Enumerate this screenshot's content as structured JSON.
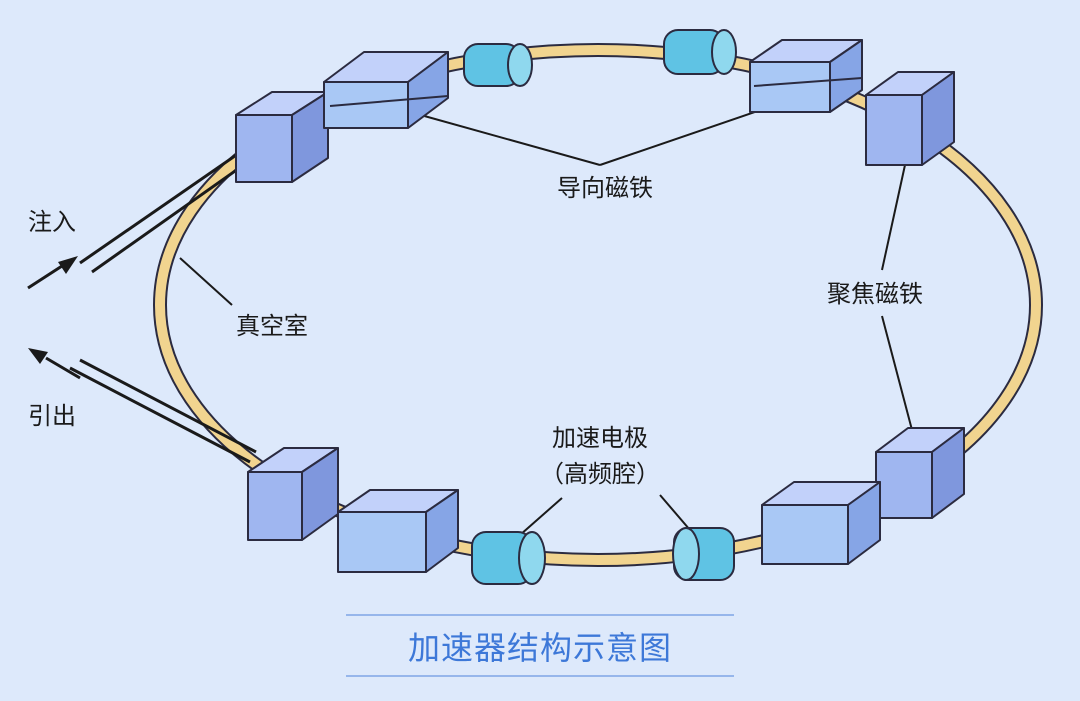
{
  "labels": {
    "guide_magnet": "导向磁铁",
    "focus_magnet": "聚焦磁铁",
    "vacuum_chamber": "真空室",
    "injection": "注入",
    "extraction": "引出",
    "electrode_line1": "加速电极",
    "electrode_line2": "（高频腔）"
  },
  "caption": "加速器结构示意图",
  "colors": {
    "background": "#dde9fb",
    "tube": "#f1d48f",
    "cube_front": "#9fb6f0",
    "cube_top": "#c2d1fa",
    "cube_side": "#7f97dd",
    "magnet_body": "#a9c8f5",
    "cavity": "#5fc3e4",
    "caption": "#3d78d8"
  }
}
